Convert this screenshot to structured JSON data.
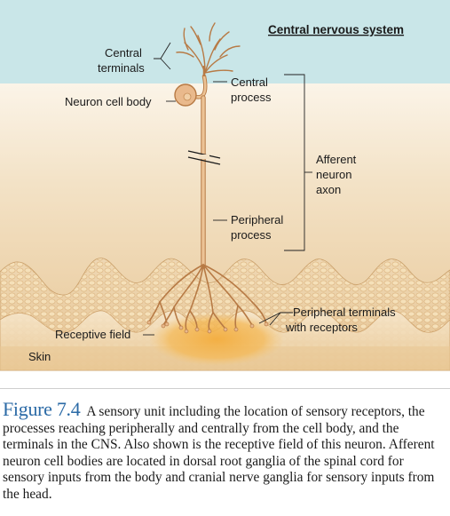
{
  "figure": {
    "labels": {
      "cns": "Central nervous system",
      "central_terminals_1": "Central",
      "central_terminals_2": "terminals",
      "cell_body": "Neuron cell body",
      "central_process_1": "Central",
      "central_process_2": "process",
      "afferent_axon_1": "Afferent",
      "afferent_axon_2": "neuron",
      "afferent_axon_3": "axon",
      "peripheral_process_1": "Peripheral",
      "peripheral_process_2": "process",
      "peripheral_terminals_1": "Peripheral terminals",
      "peripheral_terminals_2": "with receptors",
      "receptive_field": "Receptive field",
      "skin": "Skin"
    },
    "colors": {
      "cns_band": "#c9e6e8",
      "skin_top": "#f6ecd9",
      "skin_deep": "#e8c79a",
      "neuron": "#e9b98c",
      "neuron_outline": "#b77a45",
      "receptive_field": "#f2b24a",
      "caption_accent": "#2b6aa6"
    }
  },
  "caption": {
    "label": "Figure 7.4",
    "text": "A sensory unit including the location of sensory receptors, the processes reaching peripherally and centrally from the cell body, and the terminals in the CNS. Also shown is the receptive field of this neuron. Afferent neuron cell bodies are located in dorsal root ganglia of the spinal cord for sensory inputs from the body and cranial nerve ganglia for sensory inputs from the head."
  }
}
